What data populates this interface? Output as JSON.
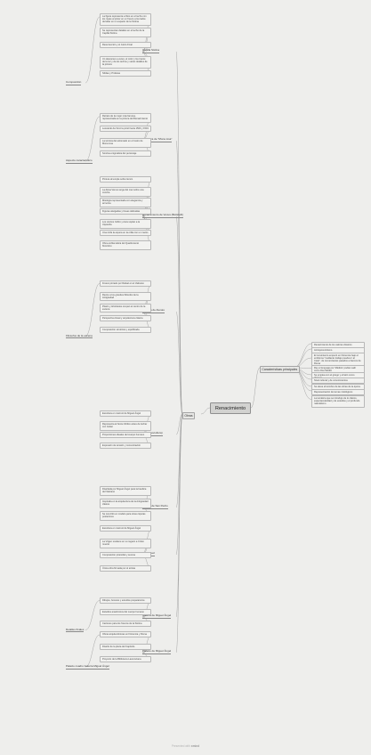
{
  "central": "Renacimiento",
  "branches": {
    "left": "Obras",
    "right": "Características principales"
  },
  "right_items": [
    "Renacimiento de los valores clásicos",
    "Antropocentrismo",
    "El movimiento empezó en Florencia bajo el emblema \"mediante trabajo puedes ir al Cielo\", de comerciantes pasados a bancos de Roma",
    "Rey el lenguaje por 'Médicis' podían salir como Dos Médici",
    "Se emplea con el griego y el latín como idiomas",
    "Nivel cultural y de conocimientos",
    "Se eleva el Hombre de las obras de la época",
    "Representación de temas mitológicos",
    "La temática que se introdujo de lo clásico, espectacularidad y de estudios y el profundo naturalismo"
  ],
  "sections": [
    {
      "title": "Capilla Sixtina",
      "items": [
        "La figura representa a Dios en el techo con los ropas al pintor en un fresco a los lados del altar en un espacio de la Sixtina",
        "Se representan detalles en el techo de la Capilla Sixtina",
        "Resurrección y el Juicio Final",
        "Un descanso a veces, el color y los trazos de la luz y de los techos y varios detalles de la pintura",
        "Sibilas y Profetas"
      ],
      "sub": "Composición"
    },
    {
      "title": "Miniatura de \"Mona Lisa\"",
      "items": [
        "Retrato de la mujer más famosa, representada en la pintura del Renacimiento",
        "Leonardo da Vinci la pintó hacia 1503 y 1519",
        "La técnica del esfumado en el rostro de Mona Lisa",
        "Sonrisa enigmática del personaje"
      ],
      "sub": "Aspecto característico"
    },
    {
      "title": "El Nacimiento de Venus (Botticelli)",
      "items": [
        "Pintura al temple sobre lienzo",
        "La diosa Venus surge del mar sobre una concha",
        "Mitología representada con elegancia y armonía",
        "Figuras alargadas y líneas delicadas",
        "Los vientos Céfiro y Aura soplan a la izquierda",
        "Una ninfa la espera en la orilla con un manto",
        "Obra emblemática del Quattrocento florentino"
      ]
    },
    {
      "title": "Escuela de Atenas",
      "items": [
        "Fresco pintado por Rafael en el Vaticano",
        "Reúne a los grandes filósofos de la Antigüedad",
        "Platón y Aristóteles ocupan el centro de la escena",
        "Perspectiva lineal y arquitectura clásica",
        "Composición simétrica y equilibrada"
      ],
      "sub": "Filósofos de la escena"
    },
    {
      "title": "David (escultura)",
      "items": [
        "Escultura en mármol de Miguel Ángel",
        "Representa al héroe bíblico antes de luchar con Goliat",
        "Proporciones ideales del cuerpo humano",
        "Expresión de tensión y concentración"
      ]
    },
    {
      "title": "Cúpula de San Pedro",
      "items": [
        "Diseñada por Miguel Ángel para la basílica del Vaticano",
        "Inspirada en la arquitectura de la Antigüedad clásica",
        "Se convirtió en modelo para otras cúpulas posteriores"
      ]
    },
    {
      "title": "La Piedad",
      "items": [
        "Escultura en mármol de Miguel Ángel",
        "La Virgen sostiene en su regazo a Cristo muerto",
        "Composición piramidal y serena",
        "Única obra firmada por el artista"
      ]
    },
    {
      "title": "Galería de Miguel Ángel",
      "items": [
        "Dibujos, bocetos y estudios preparatorios",
        "Estudios anatómicos del cuerpo humano",
        "Cartones para los frescos de la Sixtina"
      ],
      "sub": "Detalles finales"
    },
    {
      "title": "Palacio de Miguel Ángel",
      "items": [
        "Obras arquitectónicas en Florencia y Roma",
        "Diseño de la plaza del Capitolio",
        "Proyecto de la Biblioteca Laurenciana"
      ],
      "sub": "Palacio cuadro Galería Miguel Ángel"
    }
  ],
  "footer": {
    "prefix": "Presented with",
    "brand": "xmind"
  }
}
